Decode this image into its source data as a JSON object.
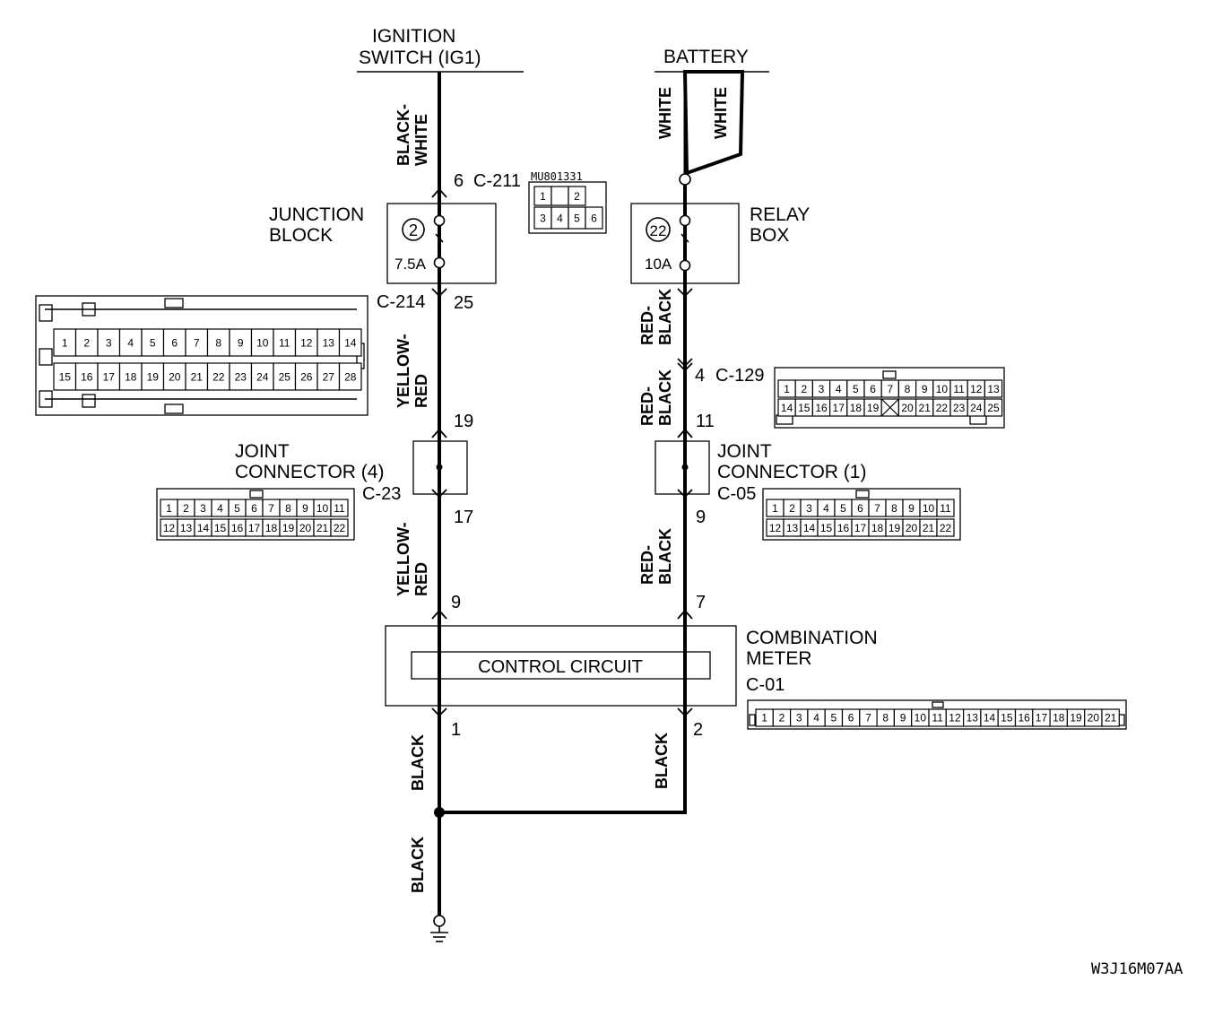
{
  "sources": {
    "ignition": [
      "IGNITION",
      "SWITCH (IG1)"
    ],
    "battery": "BATTERY"
  },
  "left_circuit": {
    "wire_top": [
      "BLACK-",
      "WHITE"
    ],
    "pin_top": "6",
    "connector_top": "C-211",
    "junction_block": [
      "JUNCTION",
      "BLOCK"
    ],
    "fuse_number": "2",
    "fuse_rating": "7.5A",
    "connector_mid": "C-214",
    "pin_mid": "25",
    "wire_mid": [
      "YELLOW-",
      "RED"
    ],
    "pin_jc_in": "19",
    "joint_connector": [
      "JOINT",
      "CONNECTOR (4)"
    ],
    "joint_connector_id": "C-23",
    "pin_jc_out": "17",
    "wire_low": [
      "YELLOW-",
      "RED"
    ],
    "pin_meter_in": "9",
    "pin_meter_out": "1",
    "wire_ground1": "BLACK",
    "wire_ground2": "BLACK"
  },
  "right_circuit": {
    "wire_thin": "WHITE",
    "wire_thick": "WHITE",
    "relay_box": [
      "RELAY",
      "BOX"
    ],
    "fuse_number": "22",
    "fuse_rating": "10A",
    "wire_mid": [
      "RED-",
      "BLACK"
    ],
    "pin_conn": "4",
    "connector_mid": "C-129",
    "wire_mid2": [
      "RED-",
      "BLACK"
    ],
    "pin_jc_in": "11",
    "joint_connector": [
      "JOINT",
      "CONNECTOR (1)"
    ],
    "joint_connector_id": "C-05",
    "pin_jc_out": "9",
    "wire_low": [
      "RED-",
      "BLACK"
    ],
    "pin_meter_in": "7",
    "pin_meter_out": "2",
    "wire_ground": "BLACK"
  },
  "meter": {
    "control_circuit": "CONTROL CIRCUIT",
    "name": [
      "COMBINATION",
      "METER"
    ],
    "connector_id": "C-01"
  },
  "connector_views": {
    "c211": {
      "part": "MU801331",
      "top": [
        "1",
        "",
        "2"
      ],
      "bottom": [
        "3",
        "4",
        "5",
        "6"
      ]
    },
    "c214": {
      "row1": [
        "1",
        "2",
        "3",
        "4",
        "5",
        "6",
        "7",
        "8",
        "9",
        "10",
        "11",
        "12",
        "13",
        "14"
      ],
      "row2": [
        "15",
        "16",
        "17",
        "18",
        "19",
        "20",
        "21",
        "22",
        "23",
        "24",
        "25",
        "26",
        "27",
        "28"
      ]
    },
    "c129": {
      "row1": [
        "1",
        "2",
        "3",
        "4",
        "5",
        "6",
        "7",
        "8",
        "9",
        "10",
        "11",
        "12",
        "13"
      ],
      "row2": [
        "14",
        "15",
        "16",
        "17",
        "18",
        "19",
        "",
        "20",
        "21",
        "22",
        "23",
        "24",
        "25"
      ]
    },
    "c23": {
      "row1": [
        "1",
        "2",
        "3",
        "4",
        "5",
        "6",
        "7",
        "8",
        "9",
        "10",
        "11"
      ],
      "row2": [
        "12",
        "13",
        "14",
        "15",
        "16",
        "17",
        "18",
        "19",
        "20",
        "21",
        "22"
      ]
    },
    "c05": {
      "row1": [
        "1",
        "2",
        "3",
        "4",
        "5",
        "6",
        "7",
        "8",
        "9",
        "10",
        "11"
      ],
      "row2": [
        "12",
        "13",
        "14",
        "15",
        "16",
        "17",
        "18",
        "19",
        "20",
        "21",
        "22"
      ]
    },
    "c01": {
      "row1": [
        "1",
        "2",
        "3",
        "4",
        "5",
        "6",
        "7",
        "8",
        "9",
        "10",
        "11",
        "12",
        "13",
        "14",
        "15",
        "16",
        "17",
        "18",
        "19",
        "20",
        "21"
      ]
    }
  },
  "figure_code": "W3J16M07AA"
}
